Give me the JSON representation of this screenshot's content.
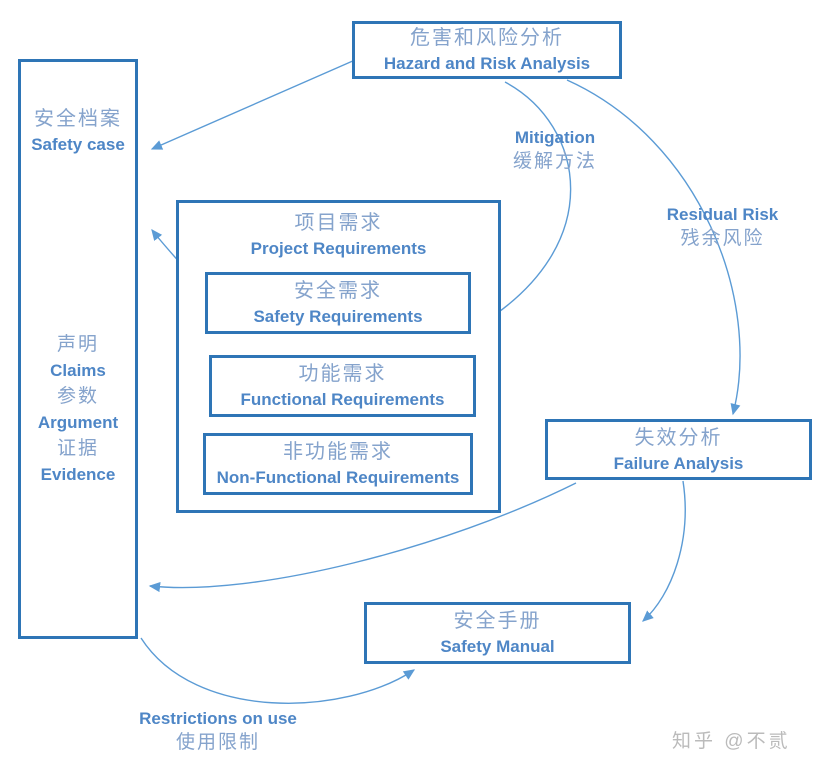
{
  "colors": {
    "border": "#2E75B6",
    "arrow": "#5B9BD5",
    "text_en": "#4E86C6",
    "text_zh": "#85A3CC",
    "watermark": "#BBBBBB"
  },
  "boxes": {
    "safety_case": {
      "zh": "安全档案",
      "en": "Safety case",
      "details": [
        "声明",
        "Claims",
        "参数",
        "Argument",
        "证据",
        "Evidence"
      ]
    },
    "hazard": {
      "zh": "危害和风险分析",
      "en": "Hazard and Risk Analysis"
    },
    "project": {
      "zh": "项目需求",
      "en": "Project Requirements"
    },
    "safety_req": {
      "zh": "安全需求",
      "en": "Safety Requirements"
    },
    "functional_req": {
      "zh": "功能需求",
      "en": "Functional Requirements"
    },
    "non_functional_req": {
      "zh": "非功能需求",
      "en": "Non-Functional Requirements"
    },
    "failure": {
      "zh": "失效分析",
      "en": "Failure Analysis"
    },
    "manual": {
      "zh": "安全手册",
      "en": "Safety Manual"
    }
  },
  "edge_labels": {
    "mitigation": {
      "en": "Mitigation",
      "zh": "缓解方法"
    },
    "residual_risk": {
      "en": "Residual Risk",
      "zh": "残余风险"
    },
    "restrictions": {
      "en": "Restrictions on use",
      "zh": "使用限制"
    }
  },
  "watermark": "知乎 @不贰"
}
